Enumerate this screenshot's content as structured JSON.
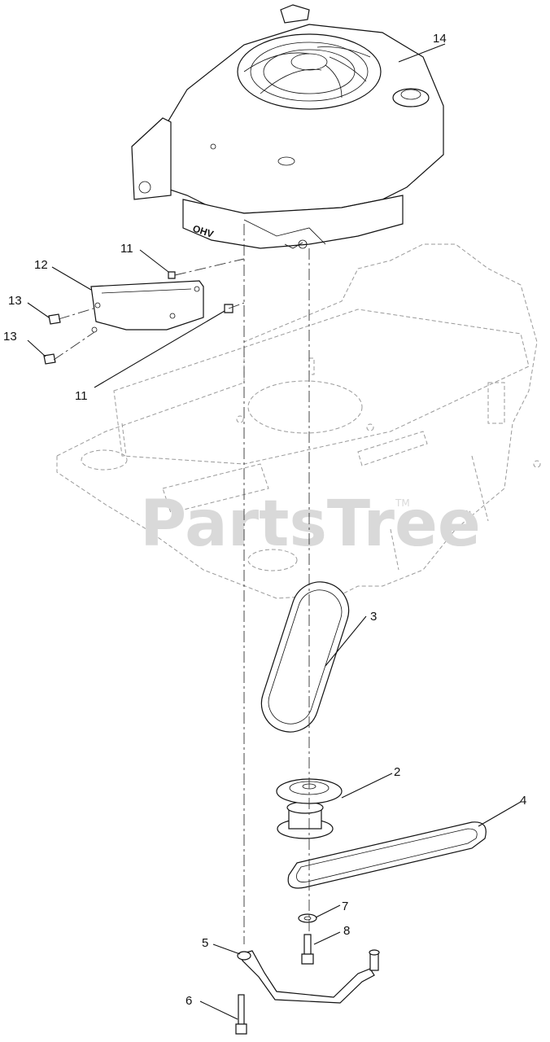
{
  "watermark": {
    "text": "PartsTree",
    "tm": "TM"
  },
  "callouts": {
    "c14": "14",
    "c11a": "11",
    "c12": "12",
    "c13a": "13",
    "c13b": "13",
    "c11b": "11",
    "c3": "3",
    "c2": "2",
    "c4": "4",
    "c7": "7",
    "c8": "8",
    "c5": "5",
    "c6": "6"
  },
  "engine": {
    "badge": "OHV"
  }
}
